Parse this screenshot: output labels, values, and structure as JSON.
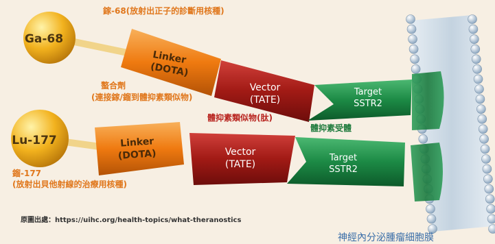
{
  "colors": {
    "sphere": "#f2b21e",
    "linker": "#ef7a10",
    "vector": "#a11a15",
    "target": "#1c8a45",
    "annotation_orange": "#e0771c",
    "annotation_red": "#b8231e",
    "annotation_green": "#1e7a3c",
    "cell_label": "#3a6ea8",
    "background": "#f7efe3"
  },
  "top": {
    "isotope": "Ga-68",
    "isotope_note": "鎵-68(放射出正子的診斷用核種)",
    "linker_line1": "Linker",
    "linker_line2": "(DOTA)",
    "vector_line1": "Vector",
    "vector_line2": "(TATE)",
    "target_line1": "Target",
    "target_line2": "SSTR2"
  },
  "bottom": {
    "isotope": "Lu-177",
    "isotope_note_line1": "鎦-177",
    "isotope_note_line2": "(放射出貝他射線的治療用核種)",
    "linker_line1": "Linker",
    "linker_line2": "(DOTA)",
    "vector_line1": "Vector",
    "vector_line2": "(TATE)",
    "target_line1": "Target",
    "target_line2": "SSTR2"
  },
  "labels": {
    "chelator_line1": "螯合劑",
    "chelator_line2": "(連接鎵/鎦到體抑素類似物)",
    "analog": "體抑素類似物(肽)",
    "receptor": "體抑素受體",
    "cell_membrane": "神經內分泌腫瘤細胞膜"
  },
  "source": {
    "prefix": "原圖出處：",
    "url": "https://uihc.org/health-topics/what-theranostics"
  }
}
